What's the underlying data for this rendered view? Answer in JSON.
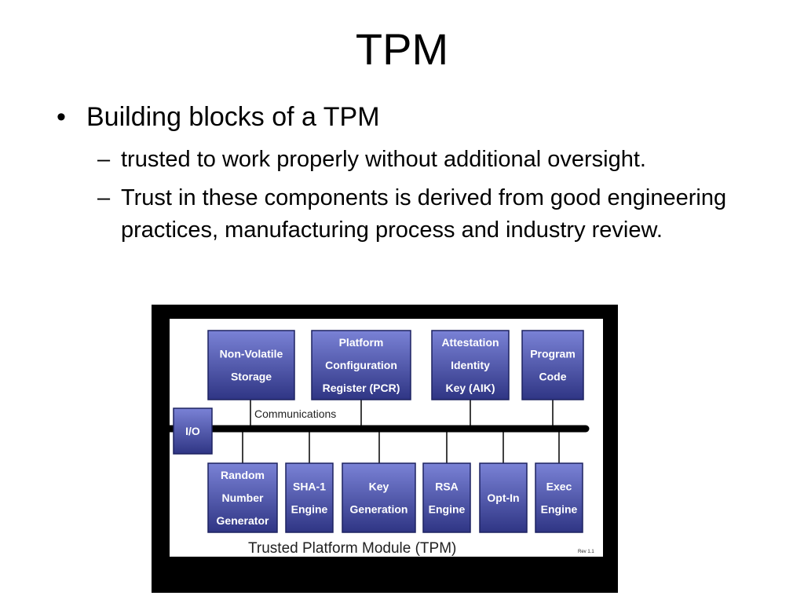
{
  "title": "TPM",
  "bullets": {
    "main": "Building blocks of a TPM",
    "sub": [
      "trusted to work properly without additional oversight.",
      "Trust in these components is derived from good engineering practices, manufacturing process and industry review."
    ]
  },
  "diagram": {
    "caption": "Trusted Platform Module (TPM)",
    "revision": "Rev 1.1",
    "bus_label": "Communications",
    "io_block": "I/O",
    "top_blocks": [
      [
        "Non-Volatile",
        "Storage"
      ],
      [
        "Platform",
        "Configuration",
        "Register (PCR)"
      ],
      [
        "Attestation",
        "Identity",
        "Key (AIK)"
      ],
      [
        "Program",
        "Code"
      ]
    ],
    "bottom_blocks": [
      [
        "Random",
        "Number",
        "Generator"
      ],
      [
        "SHA-1",
        "Engine"
      ],
      [
        "Key",
        "Generation"
      ],
      [
        "RSA",
        "Engine"
      ],
      [
        "Opt-In"
      ],
      [
        "Exec",
        "Engine"
      ]
    ],
    "colors": {
      "block_fill_top": "#7a82d6",
      "block_fill_bottom": "#2f3584",
      "block_text": "#ffffff",
      "frame": "#000000"
    }
  }
}
